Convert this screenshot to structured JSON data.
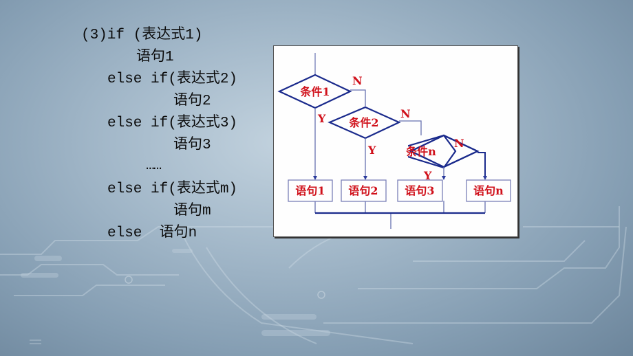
{
  "slide": {
    "background_color": "#a4b9ca",
    "code_block": {
      "lines": [
        "(3)if (表达式1)",
        "语句1",
        "else if(表达式2)",
        "语句2",
        "else if(表达式3)",
        "语句3",
        "……",
        "else if(表达式m)",
        "语句m",
        "else  语句n"
      ]
    },
    "flowchart": {
      "line_color": "#1a2a8c",
      "text_color": "#d0101a",
      "conditions": [
        {
          "label": "条件1",
          "yes": "Y",
          "no": "N"
        },
        {
          "label": "条件2",
          "yes": "Y",
          "no": "N"
        },
        {
          "label": "条件n",
          "yes": "Y",
          "no": "N"
        }
      ],
      "statements": [
        {
          "label": "语句1"
        },
        {
          "label": "语句2"
        },
        {
          "label": "语句3"
        },
        {
          "label": "语句n"
        }
      ]
    }
  }
}
